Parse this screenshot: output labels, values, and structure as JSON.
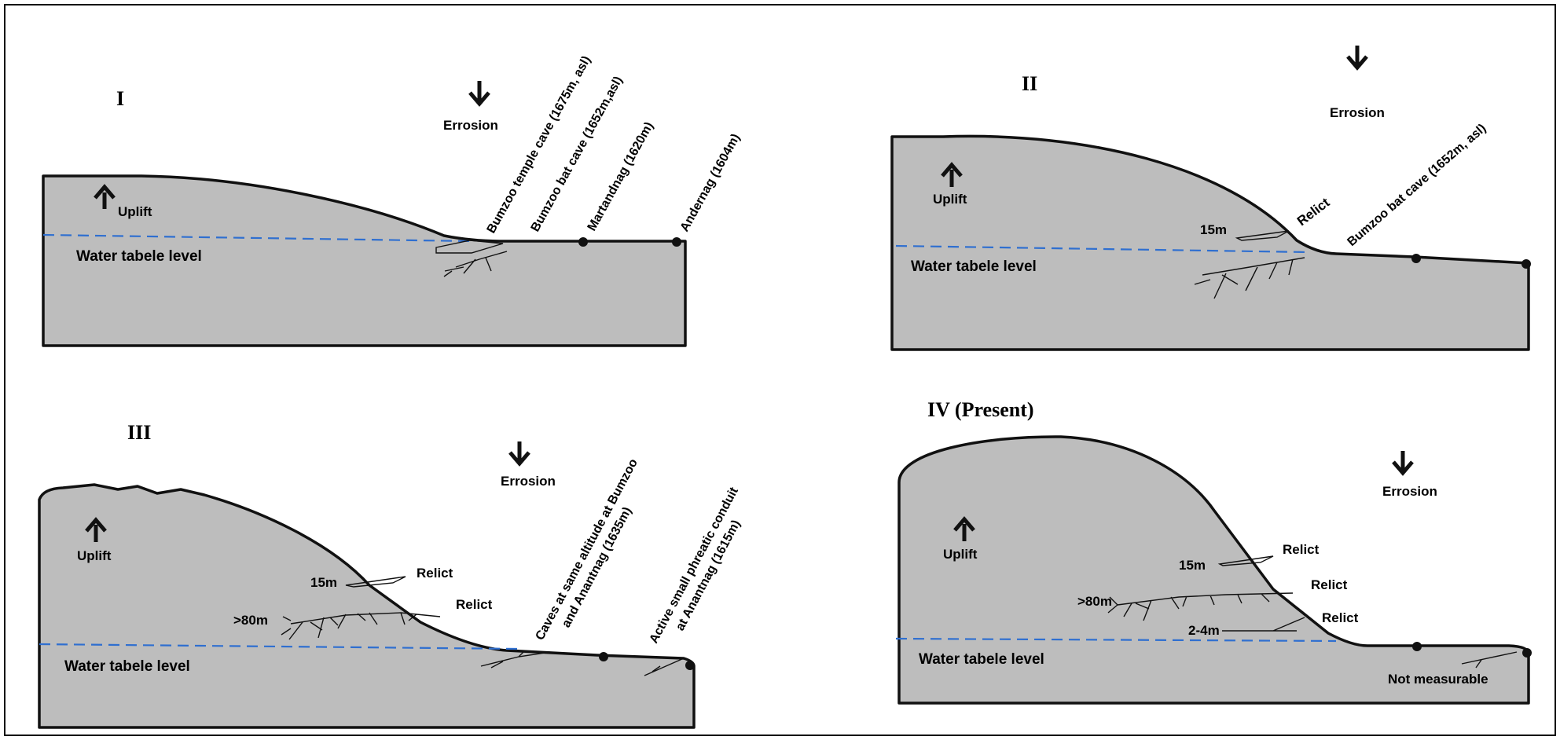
{
  "panels": [
    {
      "id": "I",
      "title": "I",
      "erosion_label": "Errosion",
      "uplift_label": "Uplift",
      "water_label": "Water  tabele  level",
      "sites": [
        "Bumzoo  temple  cave  (1675m,  asl)",
        "Bumzoo  bat  cave  (1652m,asl)",
        "Martandnag  (1620m)",
        "Andernag  (1604m)"
      ]
    },
    {
      "id": "II",
      "title": "II",
      "erosion_label": "Errosion",
      "uplift_label": "Uplift",
      "water_label": "Water  tabele  level",
      "relict_label": "Relict",
      "depth_label": "15m",
      "sites": [
        "Bumzoo  bat  cave  (1652m,  asl)"
      ]
    },
    {
      "id": "III",
      "title": "III",
      "erosion_label": "Errosion",
      "uplift_label": "Uplift",
      "water_label": "Water  tabele  level",
      "relict_labels": [
        "Relict",
        "Relict"
      ],
      "depth_labels": [
        "15m",
        ">80m"
      ],
      "sites": [
        [
          "Caves at same altitude at Bumzoo",
          "and Anantnag  (1635m)"
        ],
        [
          "Active small phreatic conduit",
          "at Anantnag  (1615m)"
        ]
      ]
    },
    {
      "id": "IV",
      "title": "IV (Present)",
      "erosion_label": "Errosion",
      "uplift_label": "Uplift",
      "water_label": "Water  tabele  level",
      "relict_labels": [
        "Relict",
        "Relict",
        "Relict"
      ],
      "depth_labels": [
        "15m",
        ">80m",
        "2-4m"
      ],
      "note_label": "Not measurable"
    }
  ]
}
